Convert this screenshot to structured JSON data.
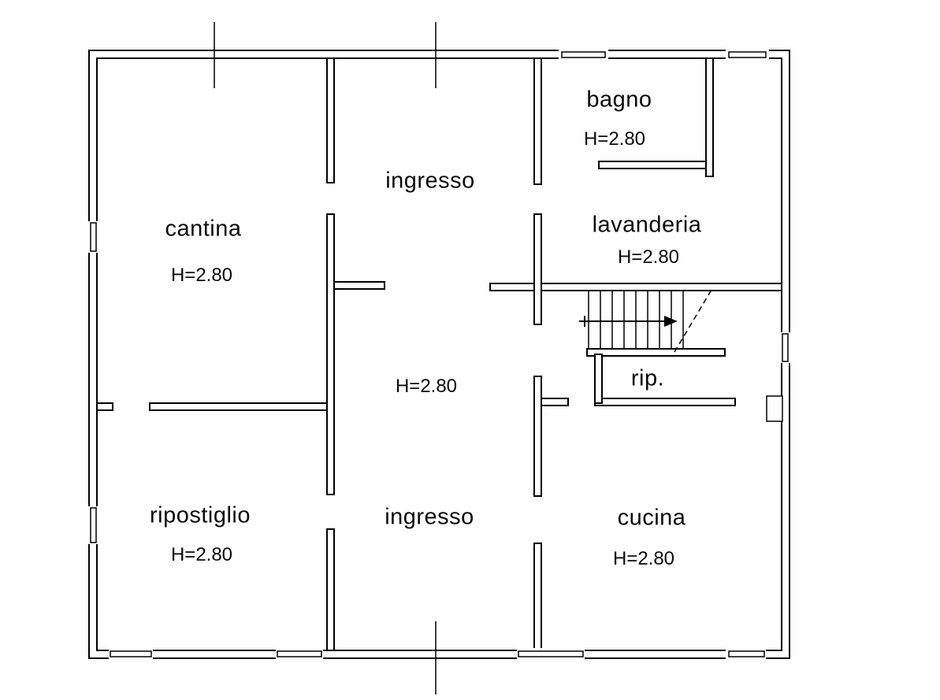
{
  "drawing": {
    "type": "floor-plan",
    "line_color": "#000000",
    "background_color": "#ffffff"
  },
  "rooms": {
    "bagno": {
      "label": "bagno",
      "height": "H=2.80"
    },
    "ingresso_top": {
      "label": "ingresso"
    },
    "cantina": {
      "label": "cantina",
      "height": "H=2.80"
    },
    "lavanderia": {
      "label": "lavanderia",
      "height": "H=2.80"
    },
    "ingresso_center": {
      "height": "H=2.80"
    },
    "rip": {
      "label": "rip."
    },
    "ripostiglio": {
      "label": "ripostiglio",
      "height": "H=2.80"
    },
    "ingresso_bottom": {
      "label": "ingresso"
    },
    "cucina": {
      "label": "cucina",
      "height": "H=2.80"
    }
  }
}
